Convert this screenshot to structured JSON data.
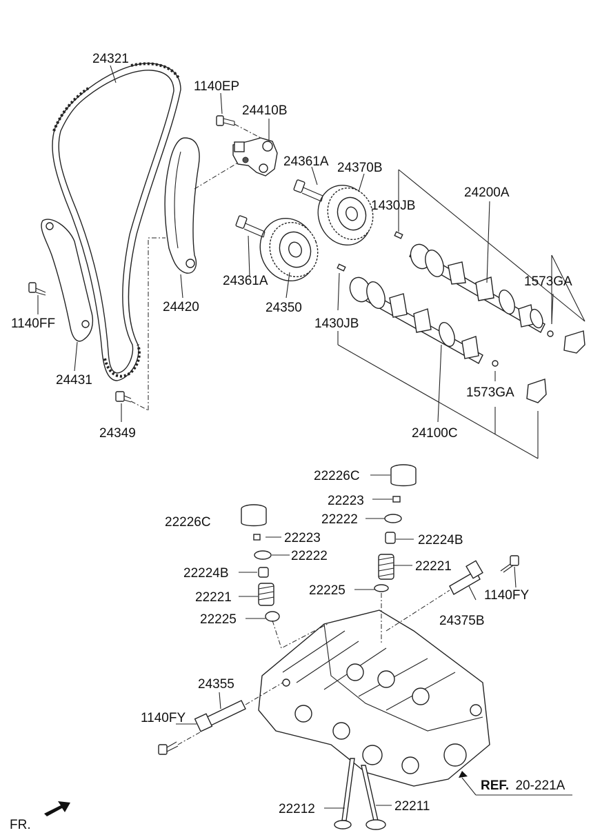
{
  "diagram": {
    "labels": {
      "chain": "24321",
      "bolt_tensioner_arm": "1140EP",
      "tensioner": "24410B",
      "bolt_exhaust_sprocket": "24361A",
      "exhaust_cvvt": "24370B",
      "exhaust_pin": "1430JB",
      "exhaust_camshaft": "24200A",
      "bolt_intake_sprocket": "24361A",
      "intake_cvvt": "24350",
      "intake_pin": "1430JB",
      "tensioner_arm": "24420",
      "guide": "24431",
      "guide_bolt": "1140FF",
      "chain_stopper_bolt": "24349",
      "exhaust_plug": "1573GA",
      "exhaust_plate": "1573GA",
      "intake_camshaft": "24100C",
      "tappet_right": "22226C",
      "tappet_left": "22226C",
      "cotter_right": "22223",
      "cotter_left": "22223",
      "retainer_right": "22222",
      "retainer_left": "22222",
      "seal_right": "22224B",
      "seal_left": "22224B",
      "spring_right": "22221",
      "spring_left": "22221",
      "seat_right": "22225",
      "seat_left": "22225",
      "ocv_bolt_right": "1140FY",
      "ocv_right": "24375B",
      "ocv_left": "24355",
      "ocv_bolt_left": "1140FY",
      "intake_valve": "22212",
      "exhaust_valve": "22211",
      "ref_prefix": "REF.",
      "ref_code": "20-221A",
      "front": "FR."
    }
  }
}
